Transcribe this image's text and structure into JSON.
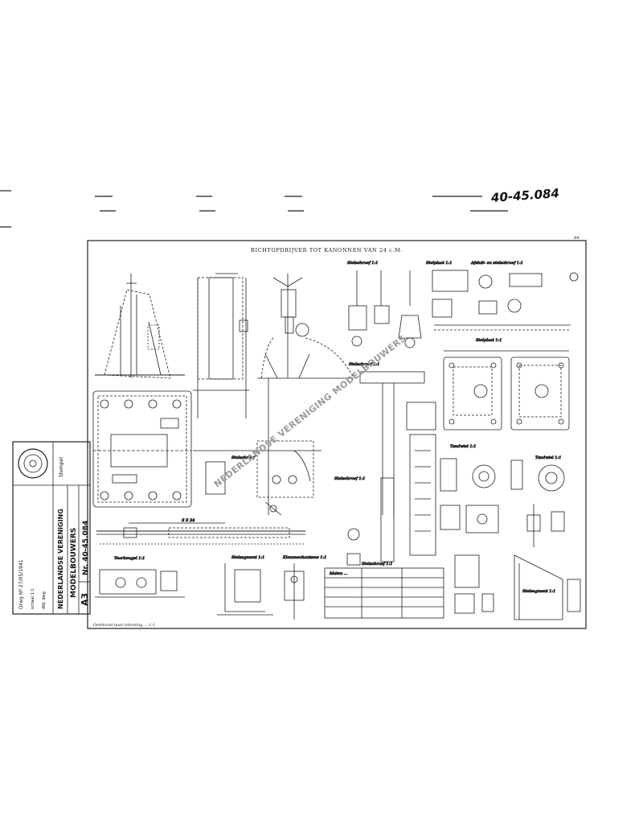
{
  "reference_number": "40-45.084",
  "drawing": {
    "title": "RICHTOPDRIJVER TOT KANONNEN VAN 24 c.M.",
    "sheet_mark": "B4",
    "footer_note": "Getekend naar tekening ... 1:1"
  },
  "watermark": "NEDERLANDSE VERENIGING MODELBOUWERS",
  "title_block": {
    "stamp": "Stempel",
    "field_1": "Drwg Nº 27/05/1941",
    "field_2": "schaal 1:1",
    "field_3": "Afd. dwg",
    "org_line_1": "NEDERLANDSE VERENIGING",
    "org_line_2": "MODELBOUWERS",
    "sheet_size": "A3",
    "sheet_number": "Nr. 40-45.084"
  }
}
